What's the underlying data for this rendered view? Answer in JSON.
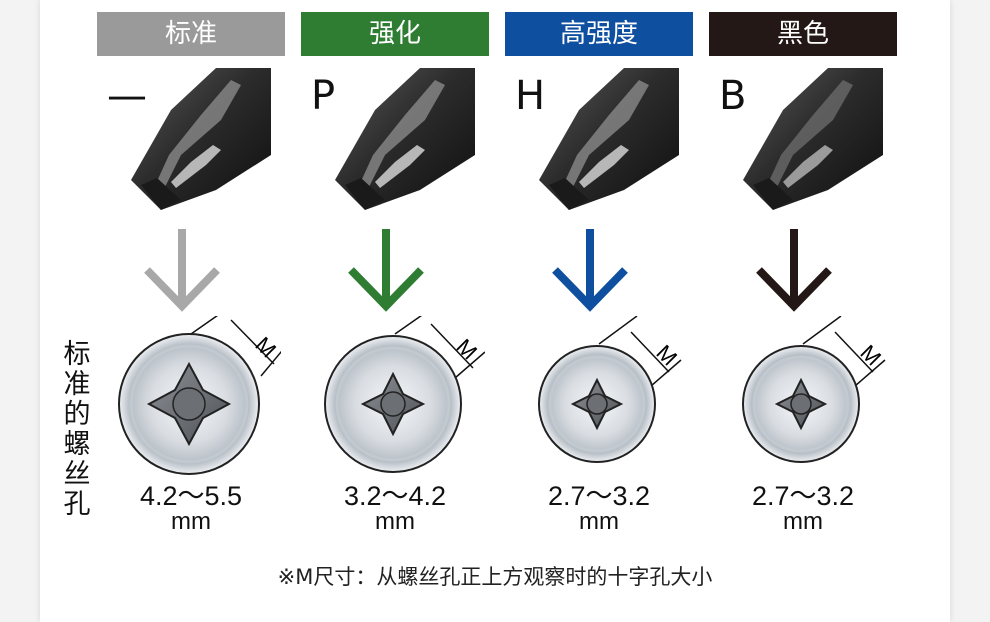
{
  "side_label": "标准的螺丝孔",
  "footnote": "※M尺寸：从螺丝孔正上方观察时的十字孔大小",
  "measure_letter": "M",
  "columns": [
    {
      "badge": "标准",
      "badge_color": "#9a9a9a",
      "letter": "—",
      "arrow_color": "#a8a8a8",
      "size": "4.2～5.5",
      "unit": "mm"
    },
    {
      "badge": "强化",
      "badge_color": "#2e7d32",
      "letter": "P",
      "arrow_color": "#2e7d32",
      "size": "3.2～4.2",
      "unit": "mm"
    },
    {
      "badge": "高强度",
      "badge_color": "#0f4fa0",
      "letter": "H",
      "arrow_color": "#0f4fa0",
      "size": "2.7～3.2",
      "unit": "mm"
    },
    {
      "badge": "黑色",
      "badge_color": "#231815",
      "letter": "B",
      "arrow_color": "#231815",
      "size": "2.7～3.2",
      "unit": "mm"
    }
  ]
}
